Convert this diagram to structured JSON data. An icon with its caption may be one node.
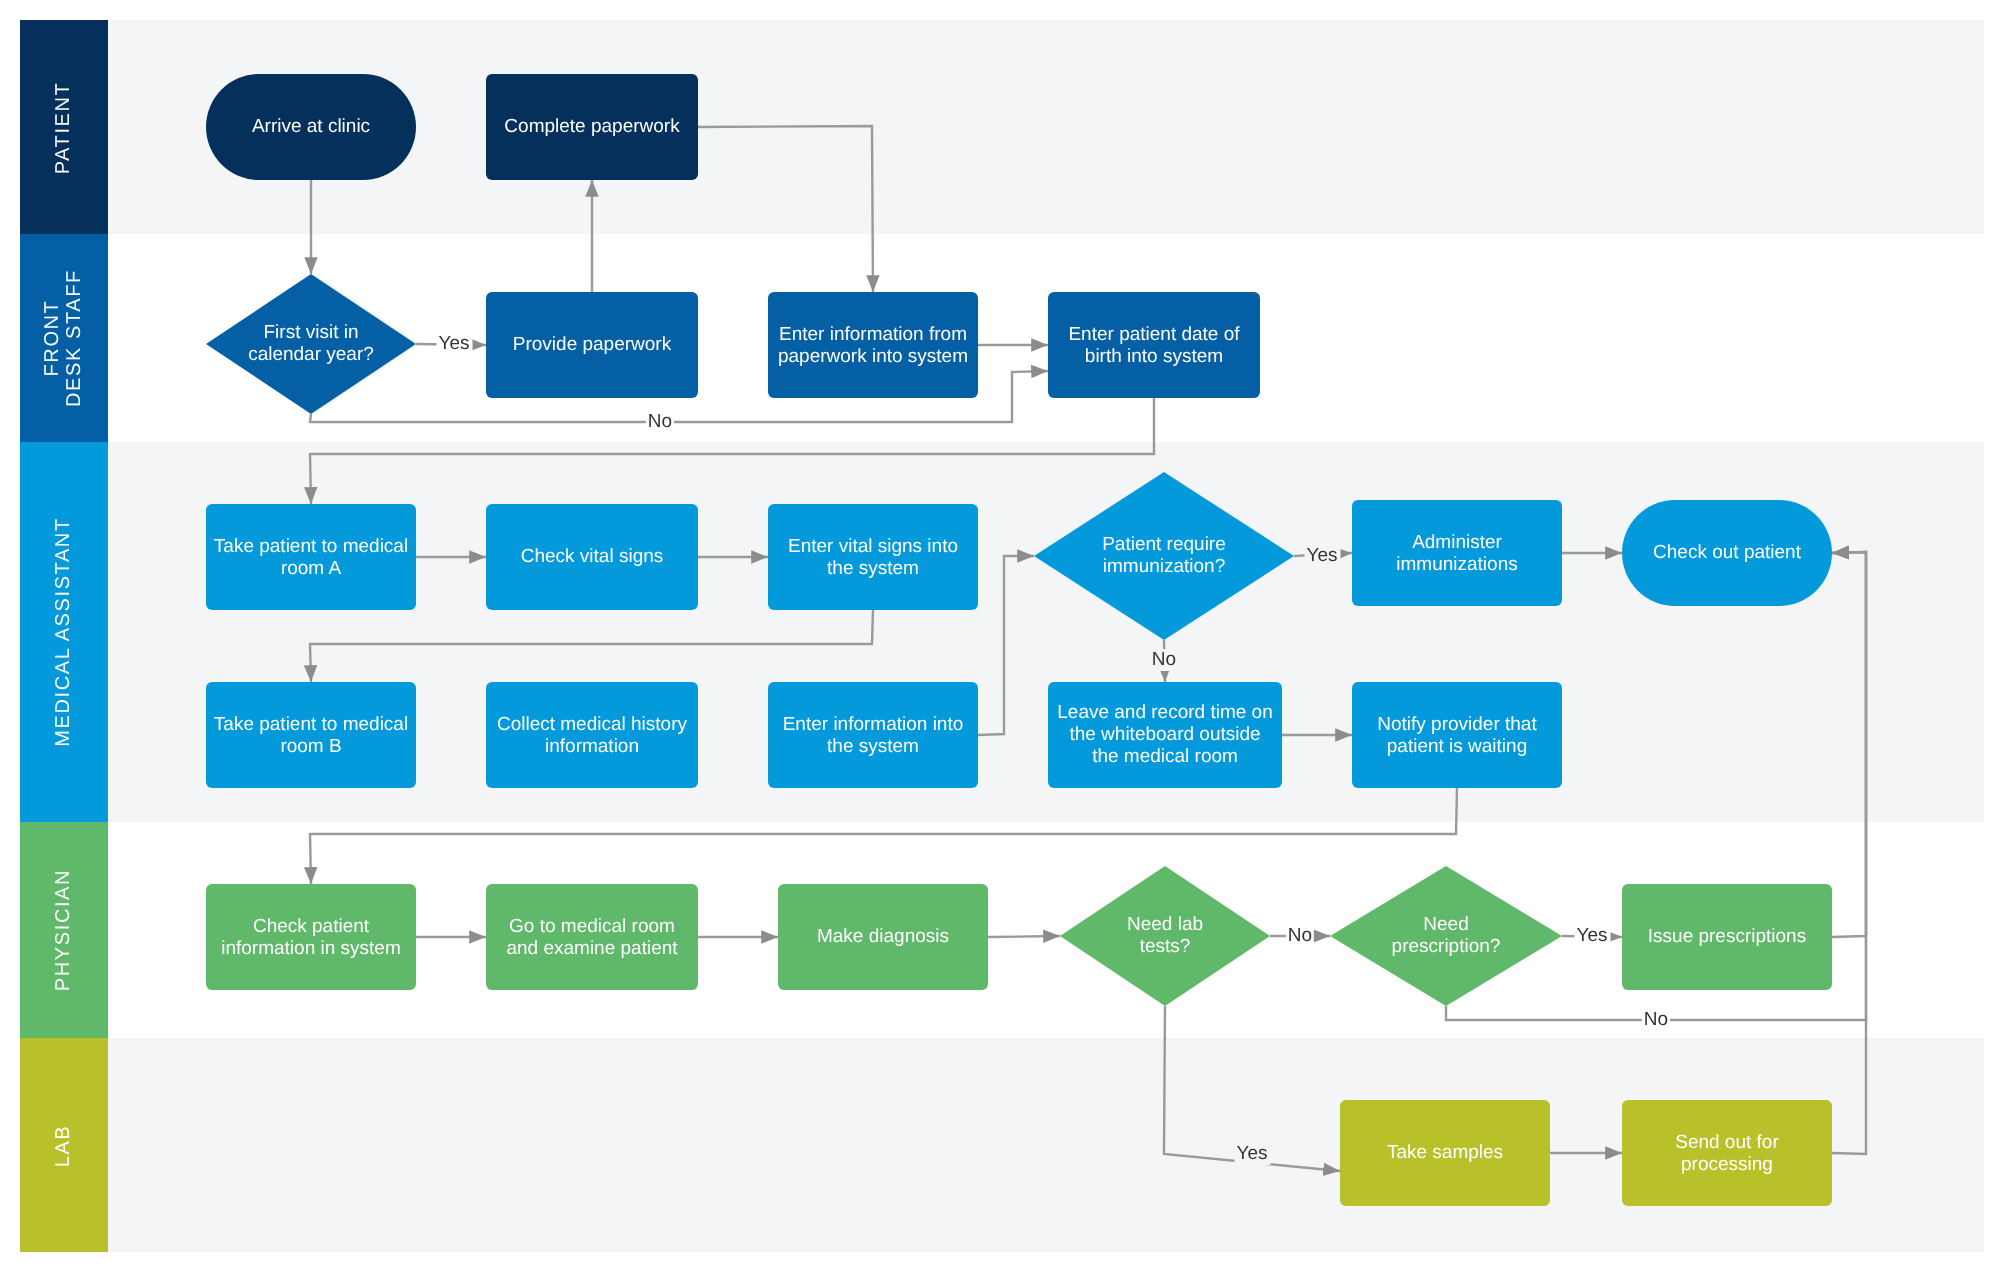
{
  "diagram": {
    "nodes": [
      {
        "text": [
          "PATIENT"
        ]
      },
      {
        "text": [
          "Arrive at clinic"
        ],
        "in": 0
      },
      {
        "text": [
          "Complete paperwork"
        ],
        "in": 0
      },
      {
        "text": [
          "FRONT DESK STAFF"
        ]
      },
      {
        "text": [
          "First visit in calendar year?"
        ],
        "in": 3
      },
      {
        "text": [
          "Provide paperwork"
        ],
        "in": 3
      },
      {
        "text": [
          "Enter information from paperwork into system"
        ],
        "in": 3
      },
      {
        "text": [
          "Enter patient date of birth into system"
        ],
        "in": 3
      },
      {
        "text": [
          "MEDICAL ASSISTANT"
        ]
      },
      {
        "text": [
          "Take patient to medical room A"
        ],
        "in": 8
      },
      {
        "text": [
          "Check vital signs"
        ],
        "in": 8
      },
      {
        "text": [
          "Enter vital signs into the system"
        ],
        "in": 8
      },
      {
        "text": [
          "Patient require immunization?"
        ],
        "in": 8
      },
      {
        "text": [
          "Administer immunizations"
        ],
        "in": 8
      },
      {
        "text": [
          "Check out patient"
        ],
        "in": 8
      },
      {
        "text": [
          "Take patient to medical room B"
        ],
        "in": 8
      },
      {
        "text": [
          "Collect medical history information"
        ],
        "in": 8
      },
      {
        "text": [
          "Enter information into the system"
        ],
        "in": 8
      },
      {
        "text": [
          "Leave and record time on the whiteboard outside the medical room"
        ],
        "in": 8
      },
      {
        "text": [
          "Notify provider that patient is waiting"
        ],
        "in": 8
      },
      {
        "text": [
          "PHYSICIAN"
        ]
      },
      {
        "text": [
          "Check patient information in system"
        ],
        "in": 20
      },
      {
        "text": [
          "Go to medical room and examine patient"
        ],
        "in": 20
      },
      {
        "text": [
          "Make diagnosis"
        ],
        "in": 20
      },
      {
        "text": [
          "Need lab tests?"
        ],
        "in": 20
      },
      {
        "text": [
          "Need prescription?"
        ],
        "in": 20
      },
      {
        "text": [
          "Issue prescriptions"
        ],
        "in": 20
      },
      {
        "text": [
          "LAB"
        ]
      },
      {
        "text": [
          "Take samples"
        ],
        "in": 27
      },
      {
        "text": [
          "Send out for processing"
        ],
        "in": 27
      }
    ],
    "edges": [
      {
        "from": 1,
        "to": 4,
        "arrow": "to"
      },
      {
        "from": 4,
        "to": 5,
        "arrow": "to",
        "label": "Yes"
      },
      {
        "from": 5,
        "to": 2,
        "arrow": "to"
      },
      {
        "from": 2,
        "to": 6,
        "arrow": "to"
      },
      {
        "from": 6,
        "to": 7,
        "arrow": "to"
      },
      {
        "from": 4,
        "to": 7,
        "arrow": "to",
        "label": "No"
      },
      {
        "from": 7,
        "to": 9,
        "arrow": "to"
      },
      {
        "from": 9,
        "to": 10,
        "arrow": "to"
      },
      {
        "from": 10,
        "to": 11,
        "arrow": "to"
      },
      {
        "from": 11,
        "to": 15,
        "arrow": "to"
      },
      {
        "from": 17,
        "to": 12,
        "arrow": "to"
      },
      {
        "from": 12,
        "to": 13,
        "arrow": "to",
        "label": "Yes"
      },
      {
        "from": 13,
        "to": 14,
        "arrow": "to"
      },
      {
        "from": 12,
        "to": 18,
        "arrow": "to",
        "label": "No"
      },
      {
        "from": 18,
        "to": 19,
        "arrow": "to"
      },
      {
        "from": 19,
        "to": 21,
        "arrow": "to"
      },
      {
        "from": 21,
        "to": 22,
        "arrow": "to"
      },
      {
        "from": 22,
        "to": 23,
        "arrow": "to"
      },
      {
        "from": 23,
        "to": 24,
        "arrow": "to"
      },
      {
        "from": 24,
        "to": 25,
        "arrow": "to",
        "label": "No"
      },
      {
        "from": 25,
        "to": 26,
        "arrow": "to",
        "label": "Yes"
      },
      {
        "from": 24,
        "to": 28,
        "arrow": "to",
        "label": "Yes"
      },
      {
        "from": 28,
        "to": 29,
        "arrow": "to"
      },
      {
        "from": 26,
        "to": 14,
        "arrow": "to"
      },
      {
        "from": 25,
        "to": 14,
        "arrow": "to",
        "label": "No"
      },
      {
        "from": 29,
        "to": 14,
        "arrow": "to"
      }
    ]
  }
}
